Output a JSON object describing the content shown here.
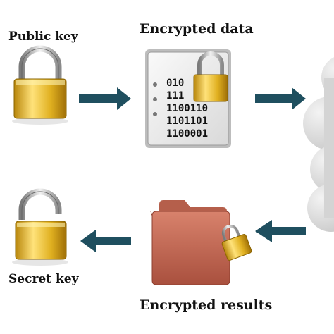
{
  "labels": {
    "public_key": "Public key",
    "encrypted_data": "Encrypted data",
    "secret_key": "Secret key",
    "encrypted_results": "Encrypted results"
  },
  "document_lines": [
    "010",
    "111",
    "1100110",
    "1101101",
    "1100001"
  ],
  "icons": {
    "public_key": "closed-padlock-icon",
    "document": "locked-document-icon",
    "cloud": "cloud-icon",
    "folder": "locked-folder-icon",
    "secret_key": "open-padlock-icon",
    "arrows": "arrow-icon"
  },
  "colors": {
    "arrow": "#1f4f5f",
    "lock_gold": "#e0b020",
    "folder": "#c56a55",
    "cloud": "#dcdcdc"
  }
}
